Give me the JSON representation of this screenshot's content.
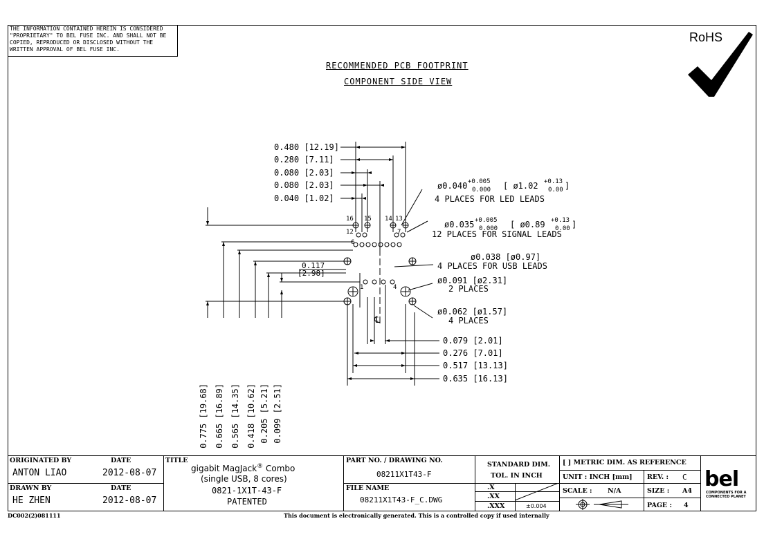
{
  "notice": "THE INFORMATION CONTAINED HEREIN IS CONSIDERED \"PROPRIETARY\" TO BEL FUSE INC. AND SHALL NOT BE COPIED, REPRODUCED OR DISCLOSED WITHOUT THE WRITTEN APPROVAL OF BEL FUSE INC.",
  "rohs": "RoHS",
  "view_title_1": "RECOMMENDED PCB FOOTPRINT",
  "view_title_2": "COMPONENT SIDE VIEW",
  "top_dims": {
    "d1": "0.480 [12.19]",
    "d2": "0.280 [7.11]",
    "d3": "0.080 [2.03]",
    "d4": "0.080 [2.03]",
    "d5": "0.040 [1.02]"
  },
  "callouts": {
    "led_dia": "ø0.040",
    "led_tol_up": "+0.005",
    "led_tol_dn": "0.000",
    "led_mm": "ø1.02",
    "led_mm_up": "+0.13",
    "led_mm_dn": "0.00",
    "led_places": "4 PLACES FOR LED LEADS",
    "sig_dia": "ø0.035",
    "sig_tol_up": "+0.005",
    "sig_tol_dn": "0.000",
    "sig_mm": "ø0.89",
    "sig_mm_up": "+0.13",
    "sig_mm_dn": "0.00",
    "sig_places": "12 PLACES FOR SIGNAL LEADS",
    "usb_dia": "ø0.038 [ø0.97]",
    "usb_places": "4 PLACES FOR USB LEADS",
    "big_dia": "ø0.091 [ø2.31]",
    "big_places": "2 PLACES",
    "mid_dia": "ø0.062 [ø1.57]",
    "mid_places": "4 PLACES",
    "small_dim": "0.117",
    "small_dim_mm": "[2.98]"
  },
  "pin_labels": {
    "p16": "16",
    "p15": "15",
    "p14": "14",
    "p13": "13",
    "p12": "12",
    "p7": "7",
    "p6": "6",
    "p1": "1",
    "p4": "4",
    "cl": "℄"
  },
  "bottom_dims": {
    "b1": "0.079 [2.01]",
    "b2": "0.276 [7.01]",
    "b3": "0.517 [13.13]",
    "b4": "0.635 [16.13]"
  },
  "vertical_dims": {
    "v1": "0.775 [19.68]",
    "v2": "0.665 [16.89]",
    "v3": "0.565 [14.35]",
    "v4": "0.418 [10.62]",
    "v5": "0.205 [5.21]",
    "v6": "0.099 [2.51]"
  },
  "title_block": {
    "originated_by_label": "ORIGINATED BY",
    "originated_by": "ANTON LIAO",
    "date_label_1": "DATE",
    "date_1": "2012-08-07",
    "drawn_by_label": "DRAWN BY",
    "drawn_by": "HE ZHEN",
    "date_label_2": "DATE",
    "date_2": "2012-08-07",
    "title_label": "TITLE",
    "title_line1": "gigabit MagJack",
    "title_reg": "®",
    "title_line1b": " Combo",
    "title_line2": "(single USB, 8 cores)",
    "title_line3": "0821-1X1T-43-F",
    "title_line4": "PATENTED",
    "part_no_label": "PART NO. / DRAWING NO.",
    "part_no": "08211X1T43-F",
    "file_name_label": "FILE NAME",
    "file_name": "08211X1T43-F_C.DWG",
    "std_dim_label": "STANDARD DIM.",
    "tol_label": "TOL. IN INCH",
    "tol_x": ".X",
    "tol_xx": ".XX",
    "tol_xxx": ".XXX",
    "tol_xxx_val": "±0.004",
    "metric_note": "[ ] METRIC DIM. AS REFERENCE",
    "unit_label": "UNIT : INCH [mm]",
    "rev_label": "REV. :",
    "rev": "C",
    "scale_label": "SCALE :",
    "scale": "N/A",
    "size_label": "SIZE :",
    "size": "A4",
    "page_label": "PAGE :",
    "page": "4"
  },
  "logo": "bel",
  "logo_tag": "COMPONENTS FOR A CONNECTED PLANET",
  "footer_left": "DC002(2)081111",
  "footer_mid": "This document is electronically generated. This is a controlled copy if used internally"
}
